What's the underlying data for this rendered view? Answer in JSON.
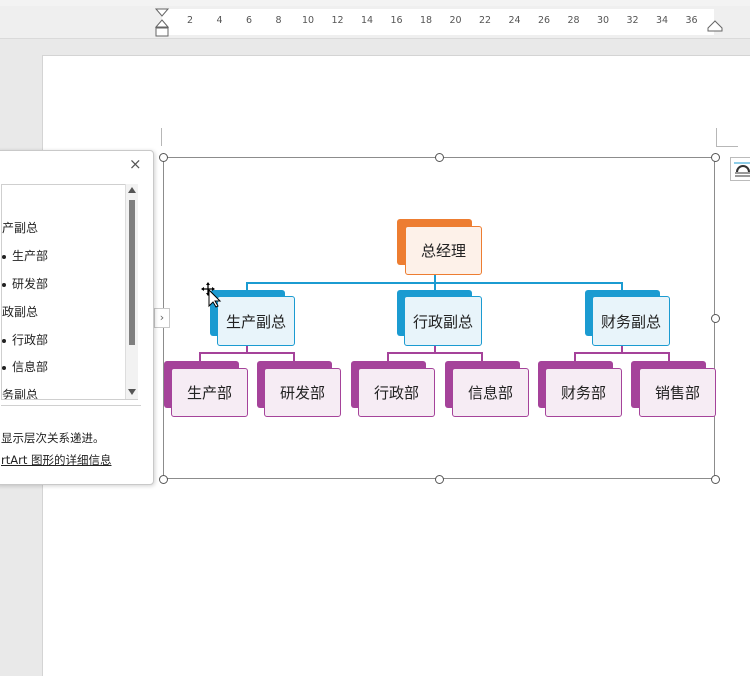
{
  "ruler": {
    "ticks": [
      "2",
      "4",
      "6",
      "8",
      "10",
      "12",
      "14",
      "16",
      "18",
      "20",
      "22",
      "24",
      "26",
      "28",
      "30",
      "32",
      "34",
      "36"
    ]
  },
  "text_pane": {
    "close_glyph": "×",
    "items": [
      {
        "text": "产副总",
        "level": 1
      },
      {
        "text": "生产部",
        "level": 2
      },
      {
        "text": "研发部",
        "level": 2
      },
      {
        "text": "政副总",
        "level": 1
      },
      {
        "text": "行政部",
        "level": 2
      },
      {
        "text": "信息部",
        "level": 2
      },
      {
        "text": "务副总",
        "level": 1
      }
    ],
    "description": "显示层次关系递进。",
    "link_text": "rtArt 图形的详细信息"
  },
  "collapse_glyph": "›",
  "org_chart": {
    "top": {
      "label": "总经理",
      "color": "#ed7d31"
    },
    "managers": [
      {
        "label": "生产副总",
        "color": "#1b9bd1"
      },
      {
        "label": "行政副总",
        "color": "#1b9bd1"
      },
      {
        "label": "财务副总",
        "color": "#1b9bd1"
      }
    ],
    "departments": [
      {
        "label": "生产部",
        "color": "#a5439a"
      },
      {
        "label": "研发部",
        "color": "#a5439a"
      },
      {
        "label": "行政部",
        "color": "#a5439a"
      },
      {
        "label": "信息部",
        "color": "#a5439a"
      },
      {
        "label": "财务部",
        "color": "#a5439a"
      },
      {
        "label": "销售部",
        "color": "#a5439a"
      }
    ]
  }
}
